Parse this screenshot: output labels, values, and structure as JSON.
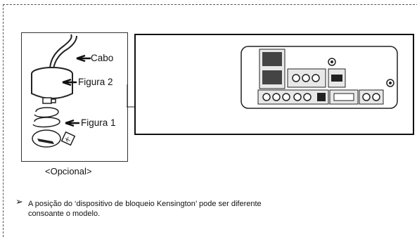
{
  "illustration": {
    "labels": {
      "cable": "Cabo",
      "figure2": "Figura 2",
      "figure1": "Figura 1"
    },
    "caption": "<Opcional>"
  },
  "note": {
    "line1": "A posição do ‘dispositivo de bloqueio Kensington’ pode ser diferente",
    "line2": "consoante o modelo."
  }
}
